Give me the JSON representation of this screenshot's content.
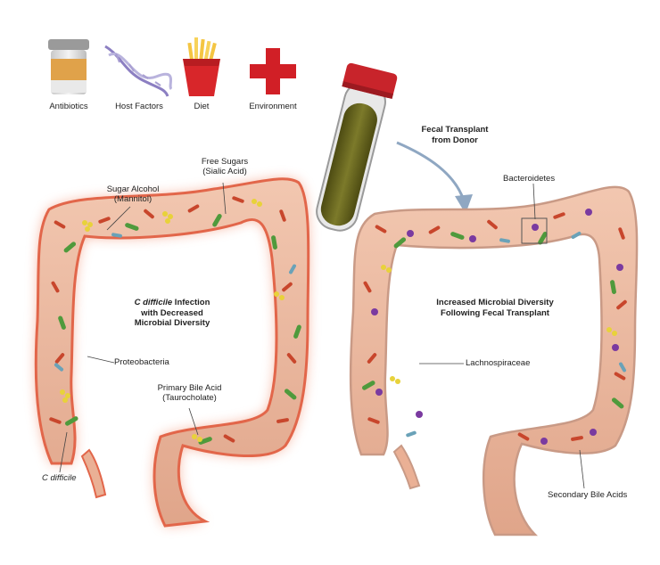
{
  "icons": {
    "antibiotics": {
      "label": "Antibiotics",
      "icon": "pill-bottle-icon"
    },
    "host_factors": {
      "label": "Host Factors",
      "icon": "dna-icon"
    },
    "diet": {
      "label": "Diet",
      "icon": "french-fries-icon"
    },
    "environment": {
      "label": "Environment",
      "icon": "red-cross-icon"
    }
  },
  "transplant": {
    "line1": "Fecal Transplant",
    "line2": "from Donor"
  },
  "left_colon": {
    "title_line1_italic": "C difficile",
    "title_line1_rest": " Infection",
    "title_line2": "with Decreased",
    "title_line3": "Microbial Diversity",
    "sugar_alcohol_1": "Sugar Alcohol",
    "sugar_alcohol_2": "(Mannitol)",
    "free_sugars_1": "Free Sugars",
    "free_sugars_2": "(Sialic Acid)",
    "proteobacteria": "Proteobacteria",
    "primary_bile_1": "Primary Bile Acid",
    "primary_bile_2": "(Taurocholate)",
    "c_difficile": "C difficile"
  },
  "right_colon": {
    "title_line1": "Increased Microbial Diversity",
    "title_line2": "Following Fecal Transplant",
    "bacteroidetes": "Bacteroidetes",
    "lachnospiraceae": "Lachnospiraceae",
    "secondary_bile": "Secondary Bile Acids"
  },
  "colors": {
    "colon_fill": "#e8b59c",
    "colon_inflamed_glow": "#f07a55",
    "colon_healthy_edge": "#c99a86",
    "tube_cap": "#c8242b",
    "tube_content": "#6b6a1e",
    "cross_red": "#d11f26"
  }
}
